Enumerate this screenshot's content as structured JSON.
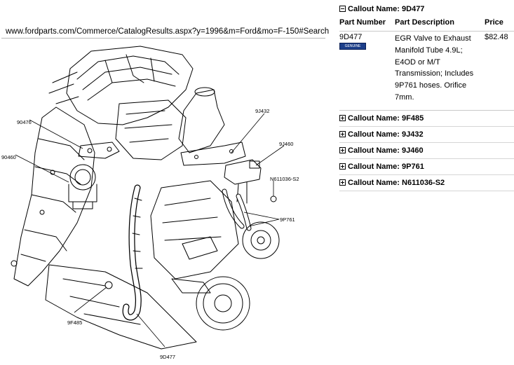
{
  "url_bar": {
    "text": "www.fordparts.com/Commerce/CatalogResults.aspx?y=1996&m=Ford&mo=F-150#Search"
  },
  "diagram": {
    "callouts": [
      "90476",
      "90460",
      "9J432",
      "9J460",
      "N611036-S2",
      "9P761",
      "9F485",
      "9D477"
    ]
  },
  "parts_panel": {
    "expanded": {
      "title": "Callout Name: 9D477",
      "columns": {
        "part_number": "Part Number",
        "description": "Part Description",
        "price": "Price"
      },
      "row": {
        "part_number": "9D477",
        "badge_text": "GENUINE PARTS",
        "description": "EGR Valve to Exhaust Manifold Tube 4.9L; E4OD or M/T Transmission; Includes 9P761 hoses. Orifice 7mm.",
        "price": "$82.48"
      }
    },
    "collapsed": [
      {
        "title": "Callout Name: 9F485"
      },
      {
        "title": "Callout Name: 9J432"
      },
      {
        "title": "Callout Name: 9J460"
      },
      {
        "title": "Callout Name: 9P761"
      },
      {
        "title": "Callout Name: N611036-S2"
      }
    ]
  },
  "colors": {
    "badge_blue": "#1d3f8a",
    "rule_gray": "#b7b7b7"
  }
}
